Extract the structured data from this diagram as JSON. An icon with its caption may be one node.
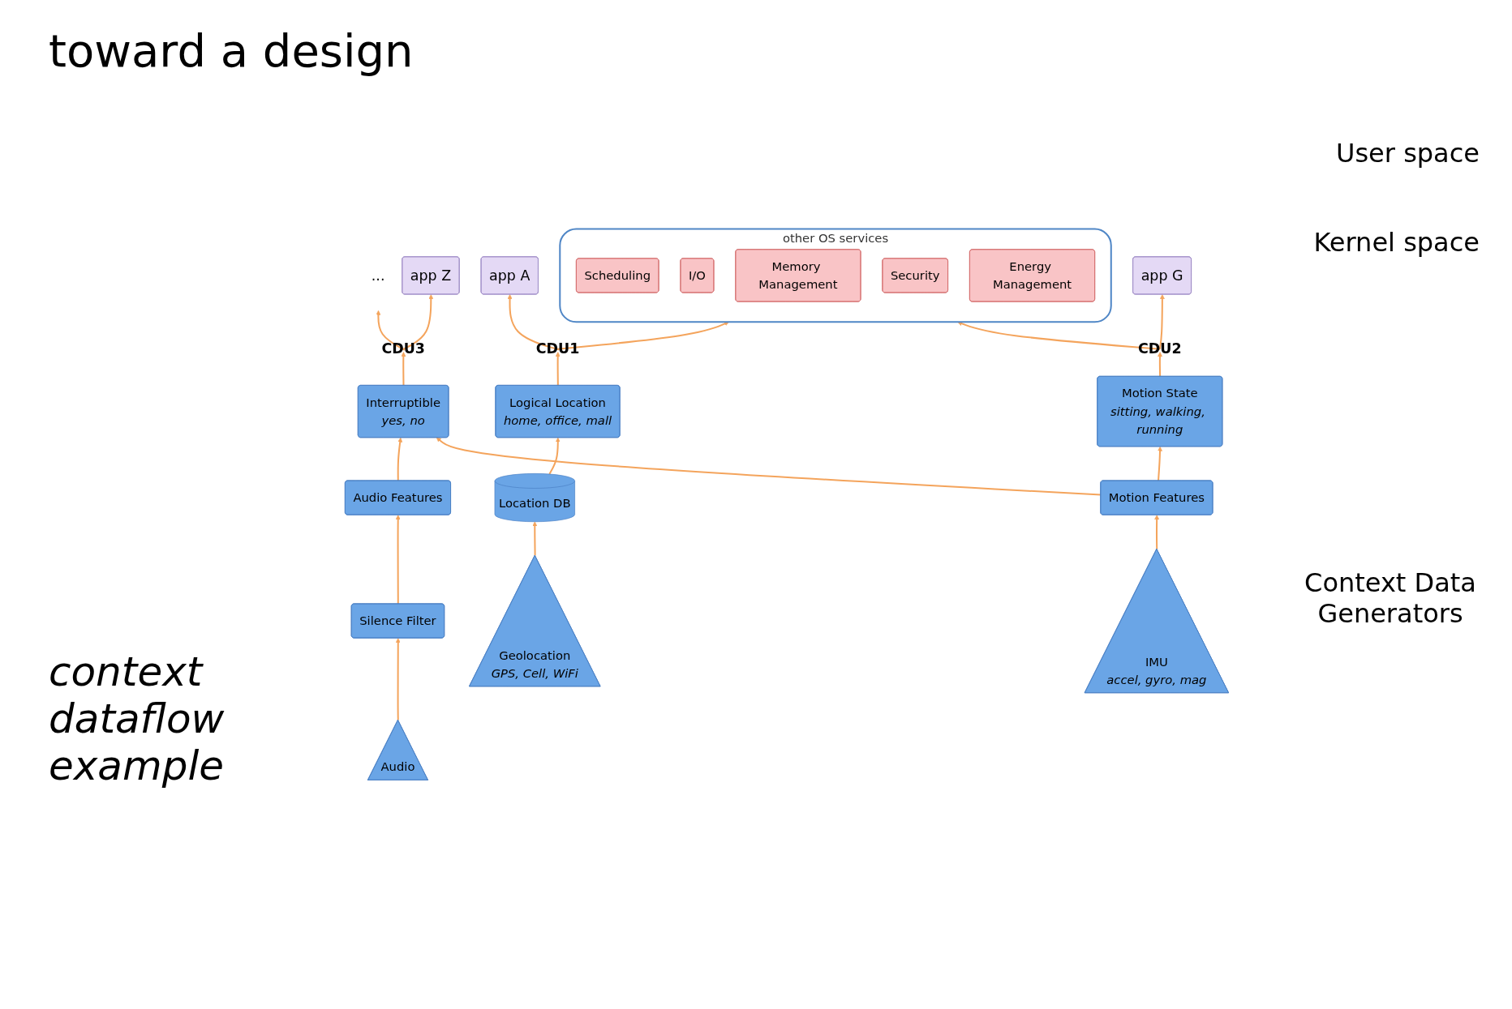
{
  "diagram": {
    "title": "toward a design",
    "nodes": [
      {
        "text": [
          "app A"
        ]
      },
      {
        "text": [
          "app G"
        ]
      },
      {
        "text": [
          "..."
        ]
      },
      {
        "text": [
          "app Z"
        ]
      },
      {
        "text": [
          "other OS services"
        ]
      },
      {
        "text": [
          "Scheduling"
        ],
        "in": 4
      },
      {
        "text": [
          "I/O"
        ],
        "in": 4
      },
      {
        "text": [
          "Memory Management"
        ],
        "in": 4
      },
      {
        "text": [
          "Security"
        ],
        "in": 4
      },
      {
        "text": [
          "Energy Management"
        ],
        "in": 4
      },
      {
        "text": [
          "CDU1"
        ]
      },
      {
        "text": [
          "CDU2"
        ]
      },
      {
        "text": [
          "CDU3"
        ]
      },
      {
        "text": [
          "Logical Location",
          "home, office, mall"
        ]
      },
      {
        "text": [
          "Motion State",
          "sitting, walking, running"
        ]
      },
      {
        "text": [
          "Interruptible",
          "yes, no"
        ]
      },
      {
        "text": [
          "Audio Features"
        ]
      },
      {
        "text": [
          "Location DB"
        ]
      },
      {
        "text": [
          "Motion Features"
        ]
      },
      {
        "text": [
          "Silence Filter"
        ]
      },
      {
        "text": [
          "Geolocation",
          "GPS, Cell, WiFi"
        ]
      },
      {
        "text": [
          "IMU",
          "accel, gyro, mag"
        ]
      },
      {
        "text": [
          "Audio"
        ]
      }
    ],
    "edges": [
      {
        "from": 10,
        "to": 0,
        "arrow": "to"
      },
      {
        "from": 10,
        "to": 4,
        "arrow": "to"
      },
      {
        "from": 11,
        "to": 4,
        "arrow": "to"
      },
      {
        "from": 11,
        "to": 1,
        "arrow": "to"
      },
      {
        "from": 12,
        "to": 2,
        "arrow": "to"
      },
      {
        "from": 12,
        "to": 3,
        "arrow": "to"
      },
      {
        "from": 13,
        "to": 10,
        "arrow": "to"
      },
      {
        "from": 14,
        "to": 11,
        "arrow": "to"
      },
      {
        "from": 15,
        "to": 12,
        "arrow": "to"
      },
      {
        "from": 16,
        "to": 15,
        "arrow": "to"
      },
      {
        "from": 17,
        "to": 13,
        "arrow": "to"
      },
      {
        "from": 18,
        "to": 14,
        "arrow": "to"
      },
      {
        "from": 18,
        "to": 15,
        "arrow": "to"
      },
      {
        "from": 19,
        "to": 16,
        "arrow": "to"
      },
      {
        "from": 20,
        "to": 17,
        "arrow": "to"
      },
      {
        "from": 21,
        "to": 18,
        "arrow": "to"
      },
      {
        "from": 22,
        "to": 19,
        "arrow": "to"
      }
    ],
    "labels": [
      "User space",
      "Kernel space",
      "context dataflow example",
      "Context Data Generators"
    ]
  }
}
